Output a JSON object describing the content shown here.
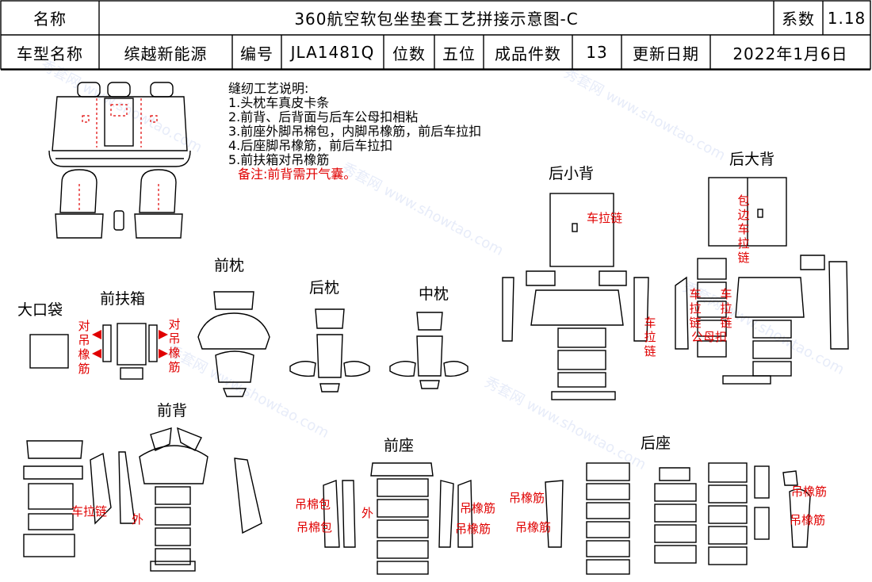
{
  "header": {
    "name_label": "名称",
    "title": "360航空软包坐垫套工艺拼接示意图-C",
    "coef_label": "系数",
    "coef_value": "1.18",
    "car_label": "车型名称",
    "car_value": "缤越新能源",
    "code_label": "编号",
    "code_value": "JLA1481Q",
    "pos_label": "位数",
    "pos_value": "五位",
    "count_label": "成品件数",
    "count_value": "13",
    "date_label": "更新日期",
    "date_value": "2022年1月6日"
  },
  "notes": {
    "title": "缝纫工艺说明:",
    "items": [
      "1.头枕车真皮卡条",
      "2.前背、后背面与后车公母扣相粘",
      "3.前座外脚吊棉包，内脚吊橡筋，前后车拉扣",
      "4.后座脚吊橡筋，前后车拉扣",
      "5.前扶箱对吊橡筋"
    ],
    "remark": "备注:前背需开气囊。"
  },
  "sections": {
    "big_pocket": "大口袋",
    "front_armrest": "前扶箱",
    "front_pillow": "前枕",
    "rear_pillow": "后枕",
    "middle_pillow": "中枕",
    "rear_small_back": "后小背",
    "rear_big_back": "后大背",
    "front_back": "前背",
    "front_seat": "前座",
    "rear_seat": "后座"
  },
  "annotations": {
    "dui_diao_xiang_jin": "对吊橡筋",
    "che_la_lian": "车拉链",
    "bao_bian_che_la_lian": "包边车拉链",
    "gong_mu_kou": "公母扣",
    "wai": "外",
    "diao_mian_bao": "吊棉包",
    "diao_xiang_jin": "吊橡筋"
  },
  "watermark": "秀套网 www.showtao.com",
  "colors": {
    "annotation": "#e00000",
    "line": "#000000"
  }
}
